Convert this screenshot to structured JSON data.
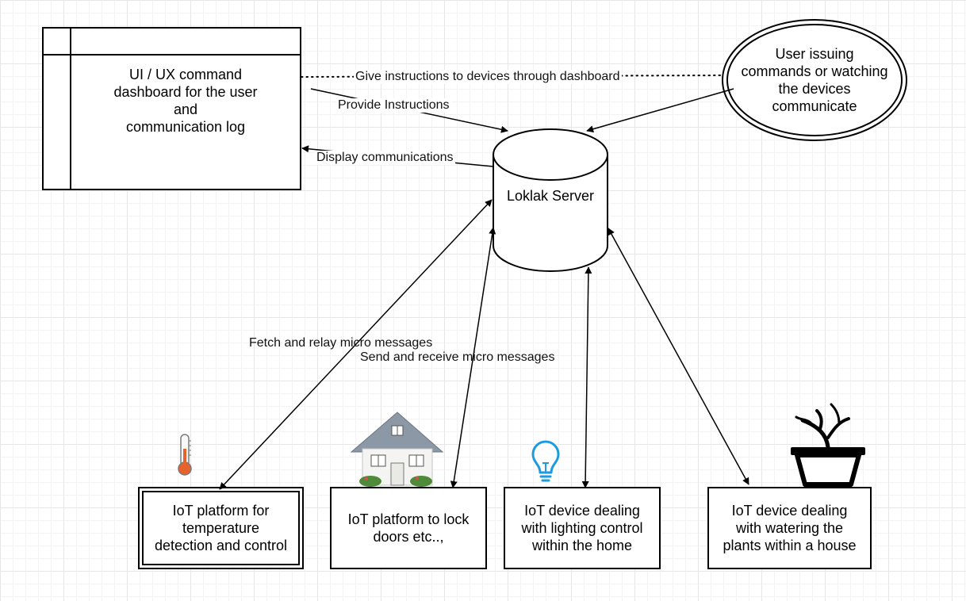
{
  "nodes": {
    "dashboard": "UI / UX command\ndashboard for the user\nand\ncommunication log",
    "user": "User issuing\ncommands or watching\nthe devices\ncommunicate",
    "server": "Loklak Server",
    "temp_platform": "IoT platform for\ntemperature\ndetection and control",
    "lock_platform": "IoT platform to lock\ndoors etc..,",
    "lighting_device": "IoT device dealing\nwith lighting control\nwithin the home",
    "watering_device": "IoT device dealing\nwith watering the\nplants within a house"
  },
  "edges": {
    "give_instructions": "Give instructions to devices through dashboard",
    "provide_instructions": "Provide Instructions",
    "display_communications": "Display communications",
    "fetch_relay": "Fetch and relay micro messages",
    "send_receive": "Send and receive micro messages"
  },
  "icons": [
    "thermometer-icon",
    "house-icon",
    "light-bulb-icon",
    "potted-plant-icon"
  ],
  "colors": {
    "line": "#000000",
    "bulb": "#1e9be0",
    "thermometer_fill": "#e8622c",
    "house_roof": "#8c98a6",
    "house_wall": "#f4f4f2",
    "shrub": "#4f8a3a"
  }
}
